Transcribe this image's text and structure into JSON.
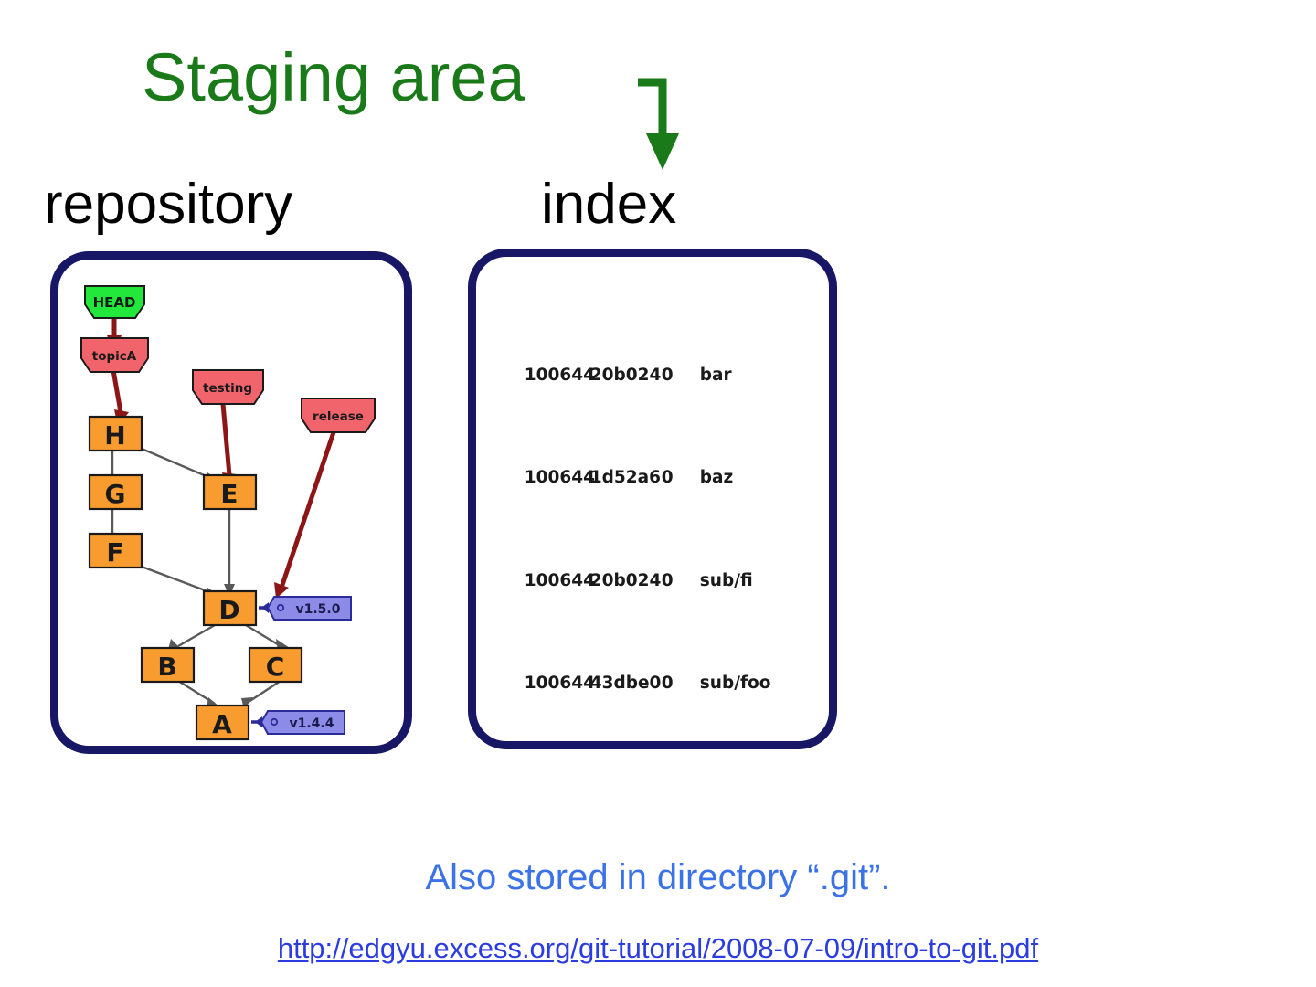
{
  "slide": {
    "title": "Staging area",
    "pointer_icon": "elbow-arrow-down-icon",
    "title_color": "#1a7a1a",
    "caption": "Also stored in directory “.git”.",
    "caption_color": "#3b72e8",
    "source_url": "http://edgyu.excess.org/git-tutorial/2008-07-09/intro-to-git.pdf",
    "source_url_color": "#2b3ce0"
  },
  "panels": {
    "repository": {
      "heading": "repository",
      "border_color": "#171766"
    },
    "index": {
      "heading": "index",
      "border_color": "#171766"
    }
  },
  "index_entries": {
    "rows": [
      {
        "mode": "100644",
        "hash": "20b024",
        "stage": "0",
        "path": "bar"
      },
      {
        "mode": "100644",
        "hash": "1d52a6",
        "stage": "0",
        "path": "baz"
      },
      {
        "mode": "100644",
        "hash": "20b024",
        "stage": "0",
        "path": "sub/fi"
      },
      {
        "mode": "100644",
        "hash": "43dbe0",
        "stage": "0",
        "path": "sub/foo"
      }
    ]
  },
  "commit_graph": {
    "colors": {
      "commit_fill": "#f89c30",
      "commit_stroke": "#1a1a1a",
      "head_fill": "#21e83a",
      "branch_fill": "#f2646b",
      "tag_fill": "#8c8ce8",
      "branch_edge": "#8c1616",
      "commit_edge": "#4d4d4d",
      "tag_edge": "#2b2b99"
    },
    "head": {
      "label": "HEAD"
    },
    "branches": [
      {
        "label": "topicA",
        "target": "H"
      },
      {
        "label": "testing",
        "target": "E"
      },
      {
        "label": "release",
        "target": "D"
      }
    ],
    "commits": [
      {
        "label": "H"
      },
      {
        "label": "G"
      },
      {
        "label": "F"
      },
      {
        "label": "E"
      },
      {
        "label": "D"
      },
      {
        "label": "B"
      },
      {
        "label": "C"
      },
      {
        "label": "A"
      }
    ],
    "tags": [
      {
        "label": "v1.5.0",
        "target": "D"
      },
      {
        "label": "v1.4.4",
        "target": "A"
      }
    ]
  }
}
